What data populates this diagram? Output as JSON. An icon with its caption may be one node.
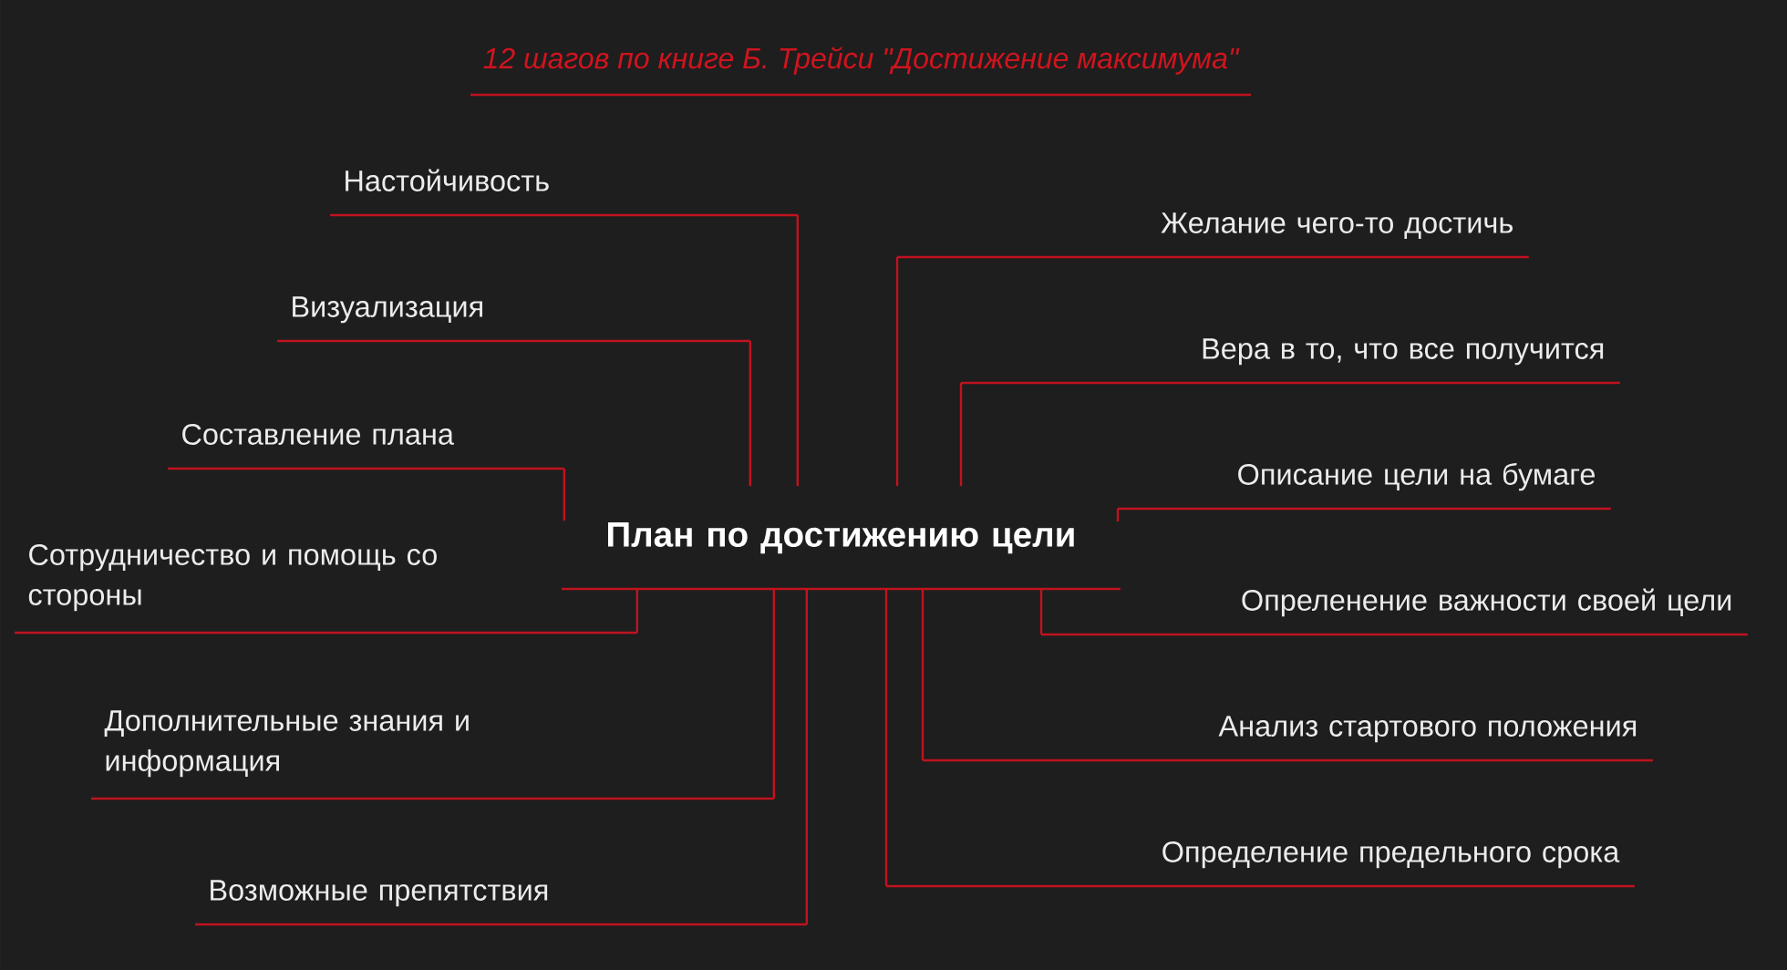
{
  "diagram": {
    "title": "12 шагов по книге Б. Трейси \"Достижение максимума\"",
    "nodes": [
      {
        "text": [
          "План по достижению цели"
        ]
      },
      {
        "text": [
          "Настойчивость"
        ]
      },
      {
        "text": [
          "Визуализация"
        ]
      },
      {
        "text": [
          "Составление плана"
        ]
      },
      {
        "text": [
          "Сотрудничество и помощь со стороны"
        ]
      },
      {
        "text": [
          "Дополнительные знания и информация"
        ]
      },
      {
        "text": [
          "Возможные препятствия"
        ]
      },
      {
        "text": [
          "Желание чего-то достичь"
        ]
      },
      {
        "text": [
          "Вера в то, что все получится"
        ]
      },
      {
        "text": [
          "Описание цели на бумаге"
        ]
      },
      {
        "text": [
          "Опреленение важности своей цели"
        ]
      },
      {
        "text": [
          "Анализ стартового положения"
        ]
      },
      {
        "text": [
          "Определение предельного срока"
        ]
      }
    ],
    "edges": [
      {
        "from": 0,
        "to": 1,
        "arrow": "none"
      },
      {
        "from": 0,
        "to": 2,
        "arrow": "none"
      },
      {
        "from": 0,
        "to": 3,
        "arrow": "none"
      },
      {
        "from": 0,
        "to": 4,
        "arrow": "none"
      },
      {
        "from": 0,
        "to": 5,
        "arrow": "none"
      },
      {
        "from": 0,
        "to": 6,
        "arrow": "none"
      },
      {
        "from": 0,
        "to": 7,
        "arrow": "none"
      },
      {
        "from": 0,
        "to": 8,
        "arrow": "none"
      },
      {
        "from": 0,
        "to": 9,
        "arrow": "none"
      },
      {
        "from": 0,
        "to": 10,
        "arrow": "none"
      },
      {
        "from": 0,
        "to": 11,
        "arrow": "none"
      },
      {
        "from": 0,
        "to": 12,
        "arrow": "none"
      }
    ]
  }
}
